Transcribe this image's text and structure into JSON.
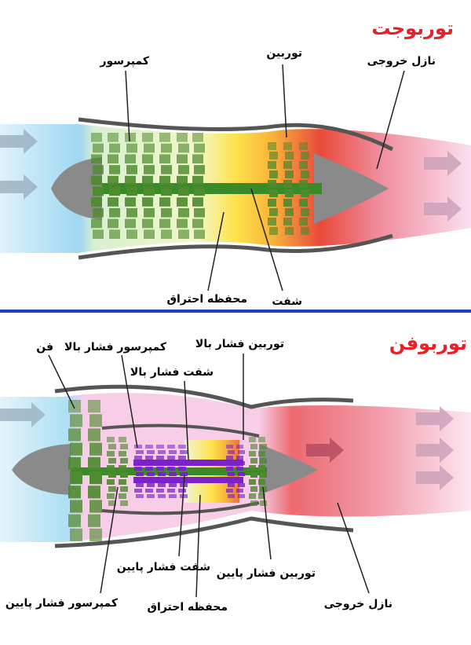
{
  "colors": {
    "title": "#e8202a",
    "separator": "#1f3fbf",
    "blade": "#4e8a2e",
    "hp_blade": "#7b22c8"
  },
  "turbojet": {
    "title": "توربوجت",
    "labels": {
      "compressor": "کمپرسور",
      "turbine": "توربین",
      "nozzle": "نازل خروجی",
      "combustor": "محفظه احتراق",
      "shaft": "شفت"
    }
  },
  "turbofan": {
    "title": "توربوفن",
    "labels": {
      "fan": "فن",
      "hp_compressor": "کمپرسور فشار بالا",
      "hp_shaft": "شفت فشار بالا",
      "hp_turbine": "توربین فشار بالا",
      "lp_shaft": "شفت فشار پایین",
      "lp_turbine": "توربین فشار پایین",
      "lp_compressor": "کمپرسور فشار پایین",
      "combustor": "محفظه احتراق",
      "nozzle": "نازل خروجی"
    }
  }
}
